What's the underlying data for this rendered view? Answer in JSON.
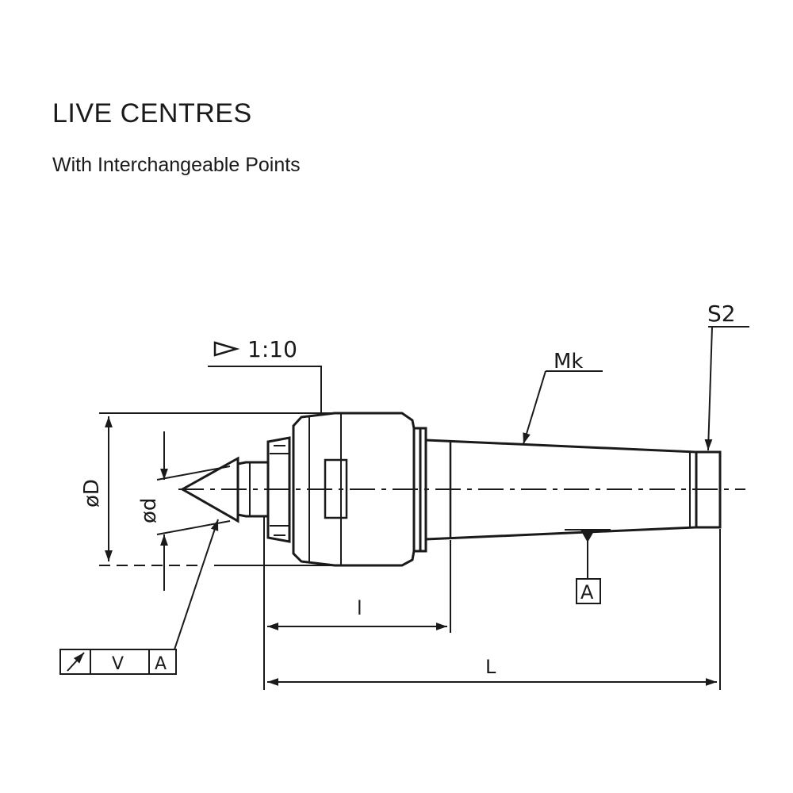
{
  "header": {
    "title": "LIVE CENTRES",
    "subtitle": "With Interchangeable Points"
  },
  "labels": {
    "taper": "1:10",
    "morse_taper": "Mk",
    "end_size": "S2",
    "outer_diameter": "øD",
    "point_diameter": "ød",
    "length_l": "l",
    "length_L": "L",
    "datum": "A"
  },
  "tolerance_frame": {
    "cell_2": "V",
    "cell_3": "A"
  },
  "colors": {
    "line": "#1a1a1a",
    "background": "#ffffff"
  }
}
